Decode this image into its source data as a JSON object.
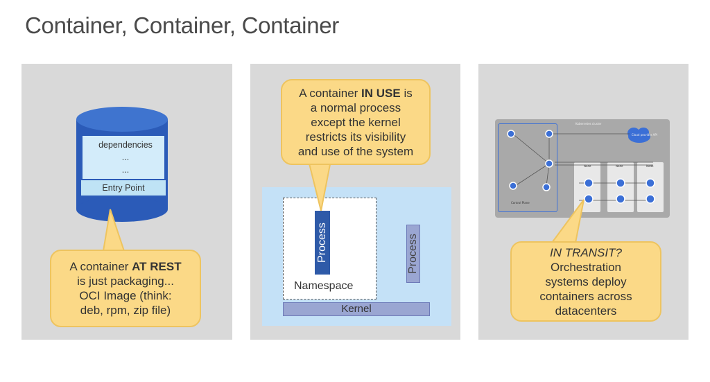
{
  "title": "Container, Container, Container",
  "panel1": {
    "layers": [
      "dependencies",
      "...",
      "..."
    ],
    "entry_point": "Entry Point",
    "callout": {
      "line1_pre": "A container ",
      "line1_bold": "AT REST",
      "line2": "is just packaging...",
      "line3": "OCI Image (think:",
      "line4": "deb, rpm, zip file)"
    }
  },
  "panel2": {
    "callout": {
      "line1_pre": "A container ",
      "line1_bold": "IN USE",
      "line1_post": " is",
      "line2": "a normal process",
      "line3": "except the kernel",
      "line4": "restricts its visibility",
      "line5": "and use of the system"
    },
    "process_inside": "Process",
    "process_outside": "Process",
    "namespace": "Namespace",
    "kernel": "Kernel"
  },
  "panel3": {
    "cluster_label": "Kubernetes cluster",
    "cloud_label": "Cloud provider API",
    "control_plane": "Control Plane",
    "node_labels": [
      "Node",
      "Node",
      "Node"
    ],
    "callout": {
      "line1": "IN TRANSIT?",
      "line2": "Orchestration",
      "line3": "systems deploy",
      "line4": "containers across",
      "line5": "datacenters"
    }
  },
  "colors": {
    "panel_bg": "#d9d9d9",
    "callout_bg": "#fbd987",
    "cylinder_blue": "#2b5bb8",
    "process_blue": "#2e5aa8",
    "kernel_purple": "#9aa6d2"
  }
}
